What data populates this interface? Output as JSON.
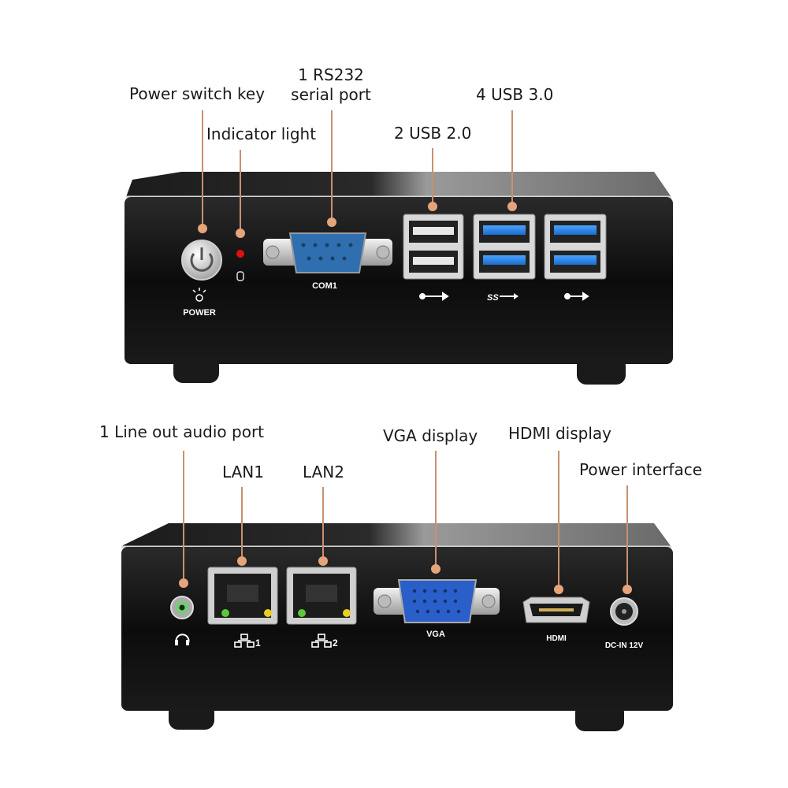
{
  "top_panel": {
    "power_switch": {
      "label": "Power switch key",
      "silk": "POWER"
    },
    "indicator": {
      "label": "Indicator light"
    },
    "rs232": {
      "label_line1": "1 RS232",
      "label_line2": "serial port",
      "silk": "COM1"
    },
    "usb2": {
      "label": "2 USB 2.0"
    },
    "usb3": {
      "label": "4 USB 3.0"
    }
  },
  "bottom_panel": {
    "audio": {
      "label": "1 Line out audio port"
    },
    "lan1": {
      "label": "LAN1",
      "silk": "1"
    },
    "lan2": {
      "label": "LAN2",
      "silk": "2"
    },
    "vga": {
      "label": "VGA display",
      "silk": "VGA"
    },
    "hdmi": {
      "label": "HDMI display",
      "silk": "HDMI"
    },
    "power": {
      "label": "Power interface",
      "silk": "DC-IN 12V"
    }
  },
  "colors": {
    "leader": "#c89070",
    "dot": "#e6a47a",
    "usb3_blue": "#1e7fd6",
    "vga_blue": "#2a5fc9",
    "chassis": "#0d0d0d"
  }
}
